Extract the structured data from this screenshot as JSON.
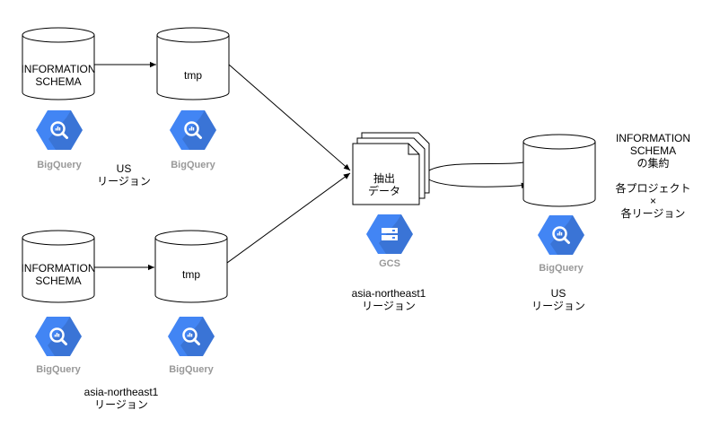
{
  "colors": {
    "stroke": "#000000",
    "icon_hex": "#4285f4",
    "icon_glyph": "#ffffff",
    "product_label": "#999999"
  },
  "nodes": {
    "us_info_schema": {
      "label": "INFORMATION\nSCHEMA",
      "icon": "bigquery-icon",
      "product": "BigQuery"
    },
    "us_tmp": {
      "label": "tmp",
      "icon": "bigquery-icon",
      "product": "BigQuery"
    },
    "asia_info_schema": {
      "label": "INFORMATION\nSCHEMA",
      "icon": "bigquery-icon",
      "product": "BigQuery"
    },
    "asia_tmp": {
      "label": "tmp",
      "icon": "bigquery-icon",
      "product": "BigQuery"
    },
    "gcs_extract": {
      "label": "抽出\nデータ",
      "icon": "gcs-icon",
      "product": "GCS"
    },
    "us_aggregate": {
      "label": "",
      "icon": "bigquery-icon",
      "product": "BigQuery"
    }
  },
  "region_labels": {
    "us_source": "US\nリージョン",
    "asia_source": "asia-northeast1\nリージョン",
    "gcs": "asia-northeast1\nリージョン",
    "us_dest": "US\nリージョン"
  },
  "aggregate_note": "INFORMATION\nSCHEMA\nの集約\n\n各プロジェクト\n×\n各リージョン"
}
